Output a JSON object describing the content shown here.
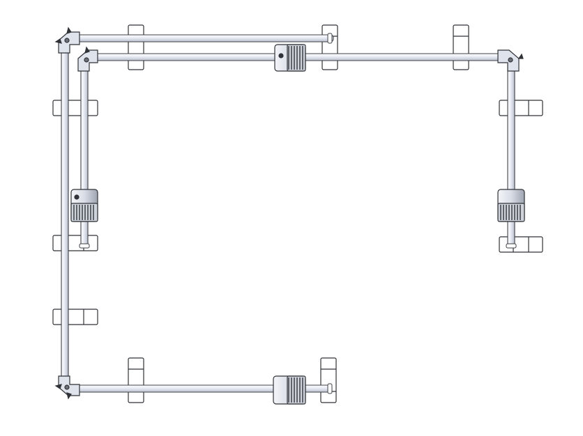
{
  "diagram": {
    "kind": "cad-top-view-rod-frame",
    "colors": {
      "background": "#ffffff",
      "rod_fill": "#eef0f8",
      "rod_outline": "#3c4046",
      "rod_highlight": "#ffffff",
      "bracket_outline": "#2f3236",
      "bracket_fill": "#ffffff",
      "pulley_fill": "#e4e7ee",
      "pulley_dark": "#6c7078",
      "pulley_teeth": "#30343a"
    },
    "rods": [
      "rod-top-outer",
      "rod-top-inner",
      "rod-left-outer",
      "rod-left-inner",
      "rod-right",
      "rod-bottom"
    ],
    "pulleys": [
      "pulley-top",
      "pulley-left",
      "pulley-right",
      "pulley-bottom"
    ],
    "corner_joints": [
      "joint-top-left-outer",
      "joint-top-left-inner",
      "joint-top-right",
      "joint-bottom-left"
    ]
  }
}
